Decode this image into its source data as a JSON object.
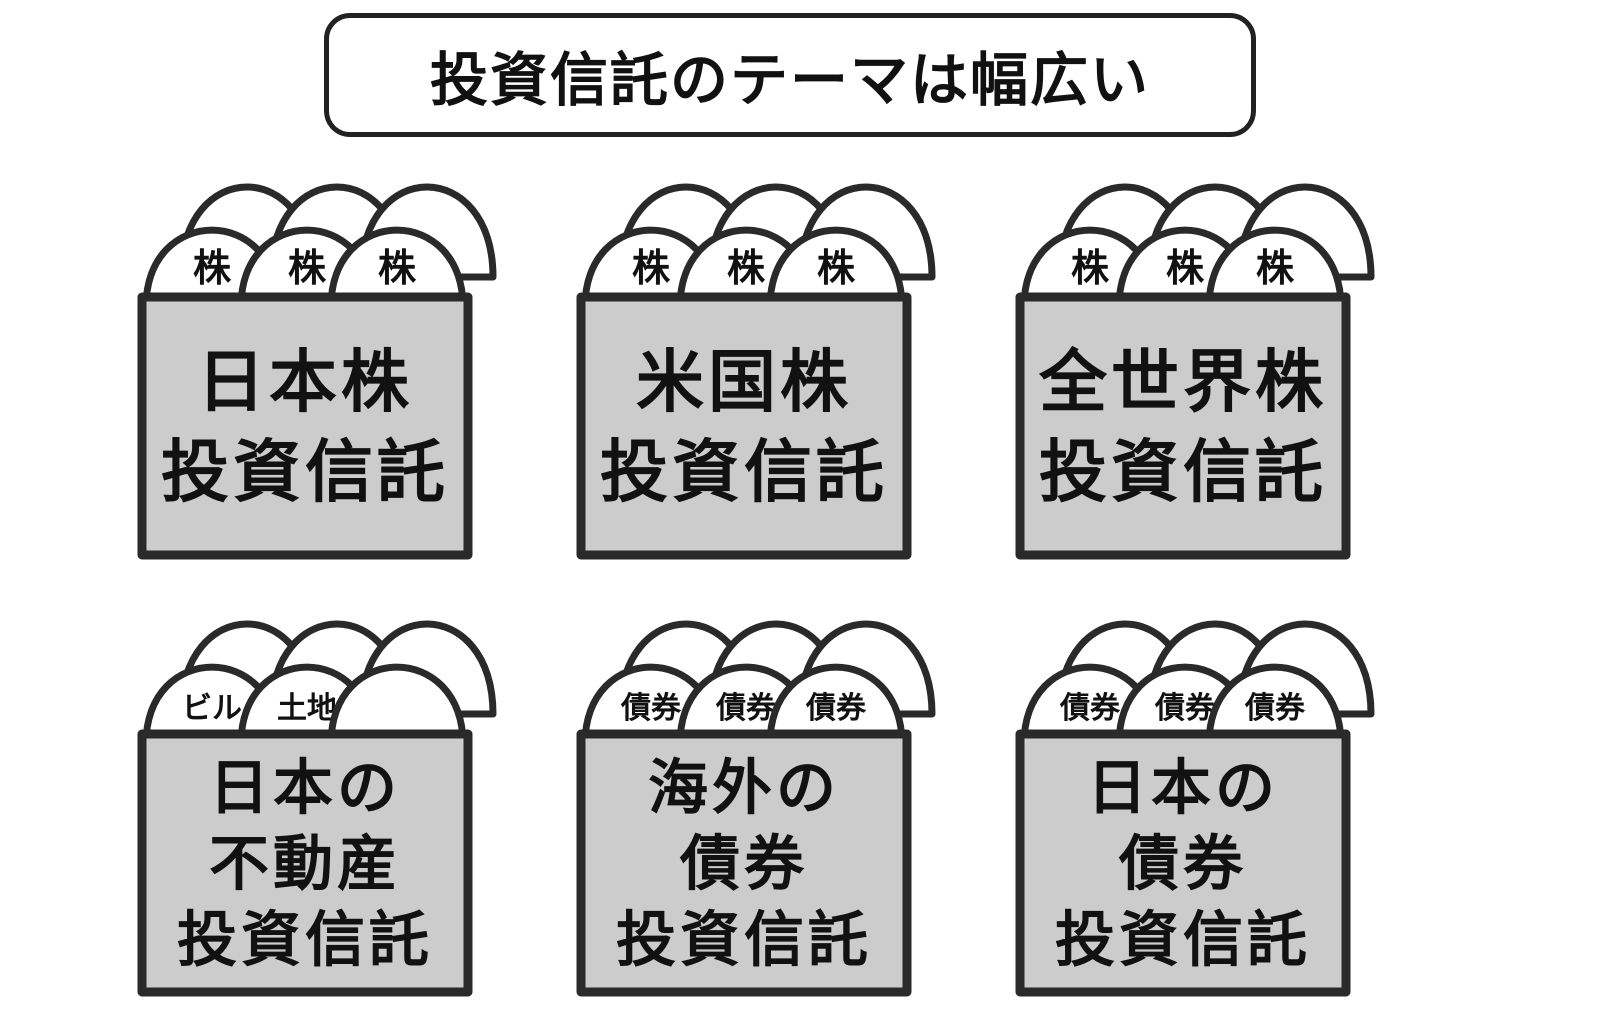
{
  "title": "投資信託のテーマは幅広い",
  "colors": {
    "ink": "#2a2a2a",
    "bag_fill": "#cccccc",
    "coin_fill": "#ffffff",
    "background": "#ffffff"
  },
  "funds": [
    {
      "label_lines": [
        "日本株",
        "投資信託"
      ],
      "coin_labels": [
        "株",
        "株",
        "株"
      ]
    },
    {
      "label_lines": [
        "米国株",
        "投資信託"
      ],
      "coin_labels": [
        "株",
        "株",
        "株"
      ]
    },
    {
      "label_lines": [
        "全世界株",
        "投資信託"
      ],
      "coin_labels": [
        "株",
        "株",
        "株"
      ]
    },
    {
      "label_lines": [
        "日本の",
        "不動産",
        "投資信託"
      ],
      "coin_labels": [
        "ビル",
        "土地",
        ""
      ]
    },
    {
      "label_lines": [
        "海外の",
        "債券",
        "投資信託"
      ],
      "coin_labels": [
        "債券",
        "債券",
        "債券"
      ]
    },
    {
      "label_lines": [
        "日本の",
        "債券",
        "投資信託"
      ],
      "coin_labels": [
        "債券",
        "債券",
        "債券"
      ]
    }
  ]
}
